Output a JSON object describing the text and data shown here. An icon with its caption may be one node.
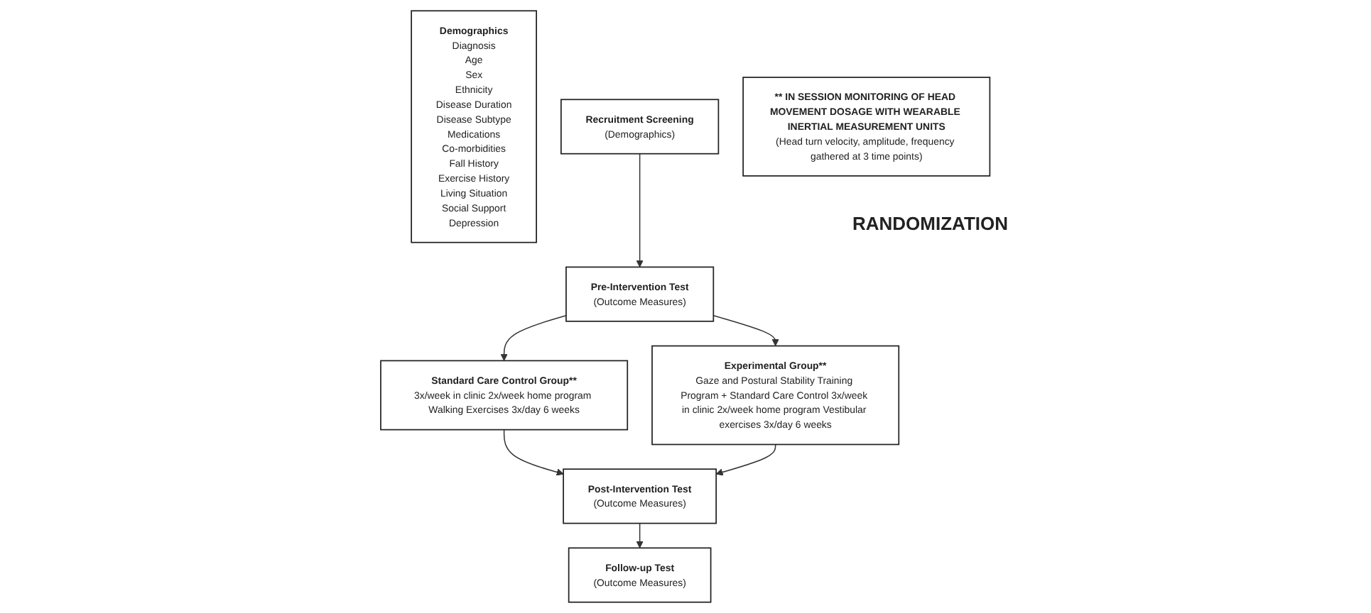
{
  "diagram": {
    "nodes": [
      {
        "text": [
          "Demographics",
          "Diagnosis",
          "Age",
          "Sex",
          "Ethnicity",
          "Disease Duration",
          "Disease Subtype",
          "Medications",
          "Co-morbidities",
          "Fall History",
          "Exercise History",
          "Living Situation",
          "Social Support",
          "Depression"
        ]
      },
      {
        "text": [
          "Recruitment Screening",
          "(Demographics)"
        ]
      },
      {
        "text": [
          "Pre-Intervention Test",
          "(Outcome Measures)"
        ]
      },
      {
        "text": [
          "Standard Care Control Group**",
          "3x/week in clinic 2x/week home program Walking Exercises 3x/day 6 weeks"
        ]
      },
      {
        "text": [
          "Experimental Group**",
          "Gaze and Postural Stability Training Program + Standard Care Control 3x/week in clinic 2x/week home program Vestibular exercises 3x/day 6 weeks"
        ]
      },
      {
        "text": [
          "Post-Intervention Test",
          "(Outcome Measures)"
        ]
      },
      {
        "text": [
          "Follow-up Test",
          "(Outcome Measures)"
        ]
      },
      {
        "text": [
          "** IN SESSION MONITORING OF HEAD MOVEMENT DOSAGE WITH WEARABLE INERTIAL MEASUREMENT UNITS",
          "(Head turn velocity, amplitude, frequency gathered at 3 time points)"
        ]
      }
    ],
    "edges": [
      {
        "from": 1,
        "to": 2,
        "arrow": "to"
      },
      {
        "from": 2,
        "to": 3,
        "arrow": "to"
      },
      {
        "from": 2,
        "to": 4,
        "arrow": "to"
      },
      {
        "from": 3,
        "to": 5,
        "arrow": "to"
      },
      {
        "from": 4,
        "to": 5,
        "arrow": "to"
      },
      {
        "from": 5,
        "to": 6,
        "arrow": "to"
      }
    ],
    "labels": [
      "RANDOMIZATION"
    ]
  }
}
